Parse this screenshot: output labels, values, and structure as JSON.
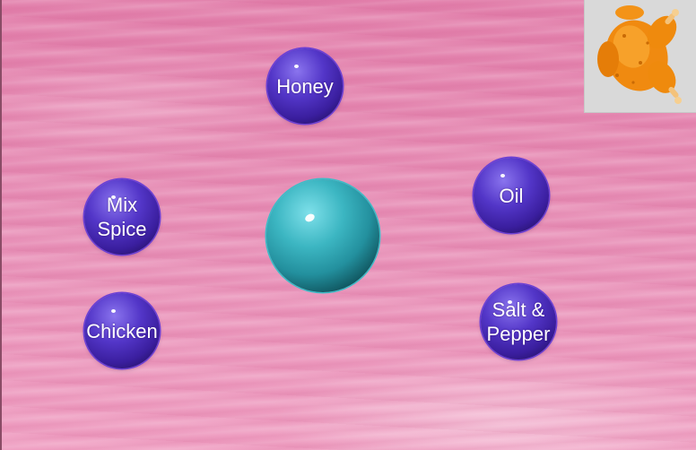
{
  "ingredients": [
    {
      "id": "honey",
      "label": "Honey"
    },
    {
      "id": "oil",
      "label": "Oil"
    },
    {
      "id": "mix_spice",
      "label": "Mix\nSpice"
    },
    {
      "id": "chicken",
      "label": "Chicken"
    },
    {
      "id": "salt_pepper",
      "label": "Salt &\nPepper"
    }
  ],
  "colors": {
    "ingredient_ball": "#4a2cbf",
    "mixing_ball": "#35aeba",
    "table": "#e58ab0",
    "preview_background": "#d9d9d9",
    "roast_chicken": "#f08a10"
  },
  "icons": {
    "preview": "roast-chicken-icon"
  }
}
